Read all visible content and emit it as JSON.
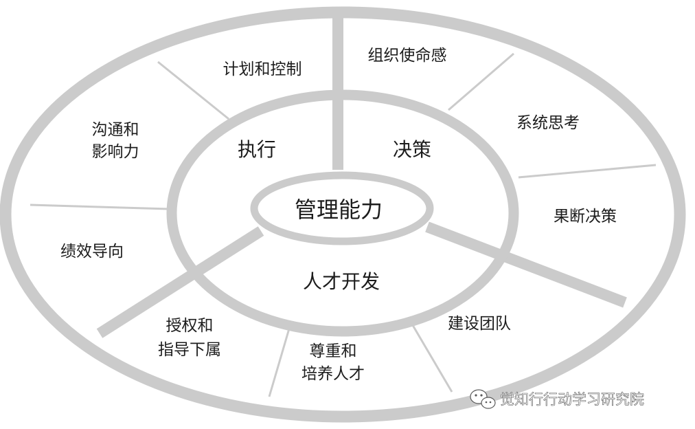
{
  "center": {
    "label": "管理能力"
  },
  "categories": {
    "execution": "执行",
    "decision": "决策",
    "talent": "人才开发"
  },
  "competencies": {
    "planning_control": "计划和控制",
    "communication_line1": "沟通和",
    "communication_line2": "影响力",
    "performance_oriented": "绩效导向",
    "delegation_line1": "授权和",
    "delegation_line2": "指导下属",
    "respect_line1": "尊重和",
    "respect_line2": "培养人才",
    "team_building": "建设团队",
    "organizational_mission": "组织使命感",
    "systems_thinking": "系统思考",
    "decisive_decision": "果断决策"
  },
  "watermark": {
    "icon": "wechat-icon",
    "text": "觉知行行动学习研究院"
  },
  "colors": {
    "ring": "#cbcbcb",
    "text": "#1c1c1c",
    "background": "#ffffff"
  }
}
